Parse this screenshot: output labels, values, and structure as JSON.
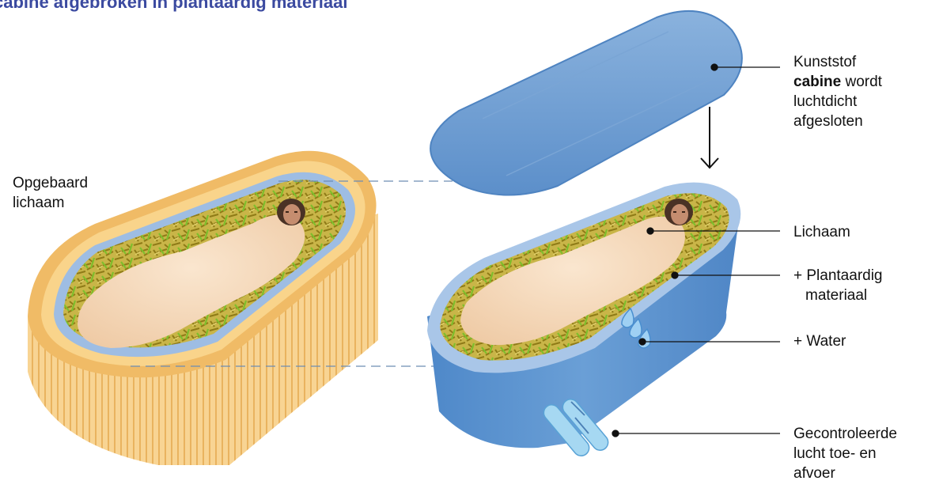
{
  "title": "cabine afgebroken in plantaardig materiaal",
  "labels": {
    "left_body": [
      "Opgebaard",
      "lichaam"
    ],
    "cabin": {
      "line1": "Kunststof",
      "bold": "cabine",
      "rest": " wordt",
      "line3": "luchtdicht",
      "line4": "afgesloten"
    },
    "body": "Lichaam",
    "plant": [
      "+ Plantaardig",
      "materiaal"
    ],
    "water": "+ Water",
    "air": [
      "Gecontroleerde",
      "lucht toe- en",
      "afvoer"
    ]
  },
  "colors": {
    "title": "#3b4aa0",
    "coffin": "#f4c67a",
    "cabin": "#5b93cf",
    "body": "#f5dcc0",
    "straw": "#b8a431",
    "grass": "#74b02a"
  }
}
